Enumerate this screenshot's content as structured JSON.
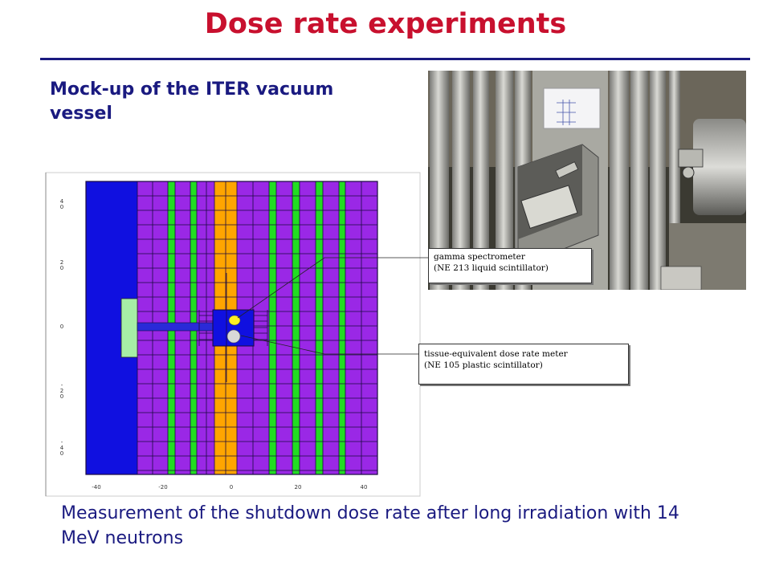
{
  "title": "Dose rate experiments",
  "subtitle": "Mock-up of the ITER vacuum vessel",
  "caption": "Measurement of the shutdown dose rate after long irradiation with 14 MeV neutrons",
  "annotations": {
    "gamma": [
      "gamma spectrometer",
      "(NE 213 liquid scintillator)"
    ],
    "tissue": [
      "tissue-equivalent dose rate meter",
      "(NE 105 plastic scintillator)"
    ]
  },
  "geometry_plot": {
    "x_ticks": [
      "-40",
      "-20",
      "0",
      "20",
      "40"
    ],
    "y_ticks": [
      "4\n0",
      "2\n0",
      "0",
      "-\n2\n0",
      "-\n4\n0"
    ]
  },
  "colors": {
    "title": "#c8102e",
    "text": "#1a1a80",
    "blue_region": "#1010e0",
    "purple_region": "#9a28e6",
    "green_layer": "#22dd22",
    "orange_layer": "#ffa500",
    "light_green_block": "#a6eea6",
    "yellow_detector": "#ffee22"
  }
}
